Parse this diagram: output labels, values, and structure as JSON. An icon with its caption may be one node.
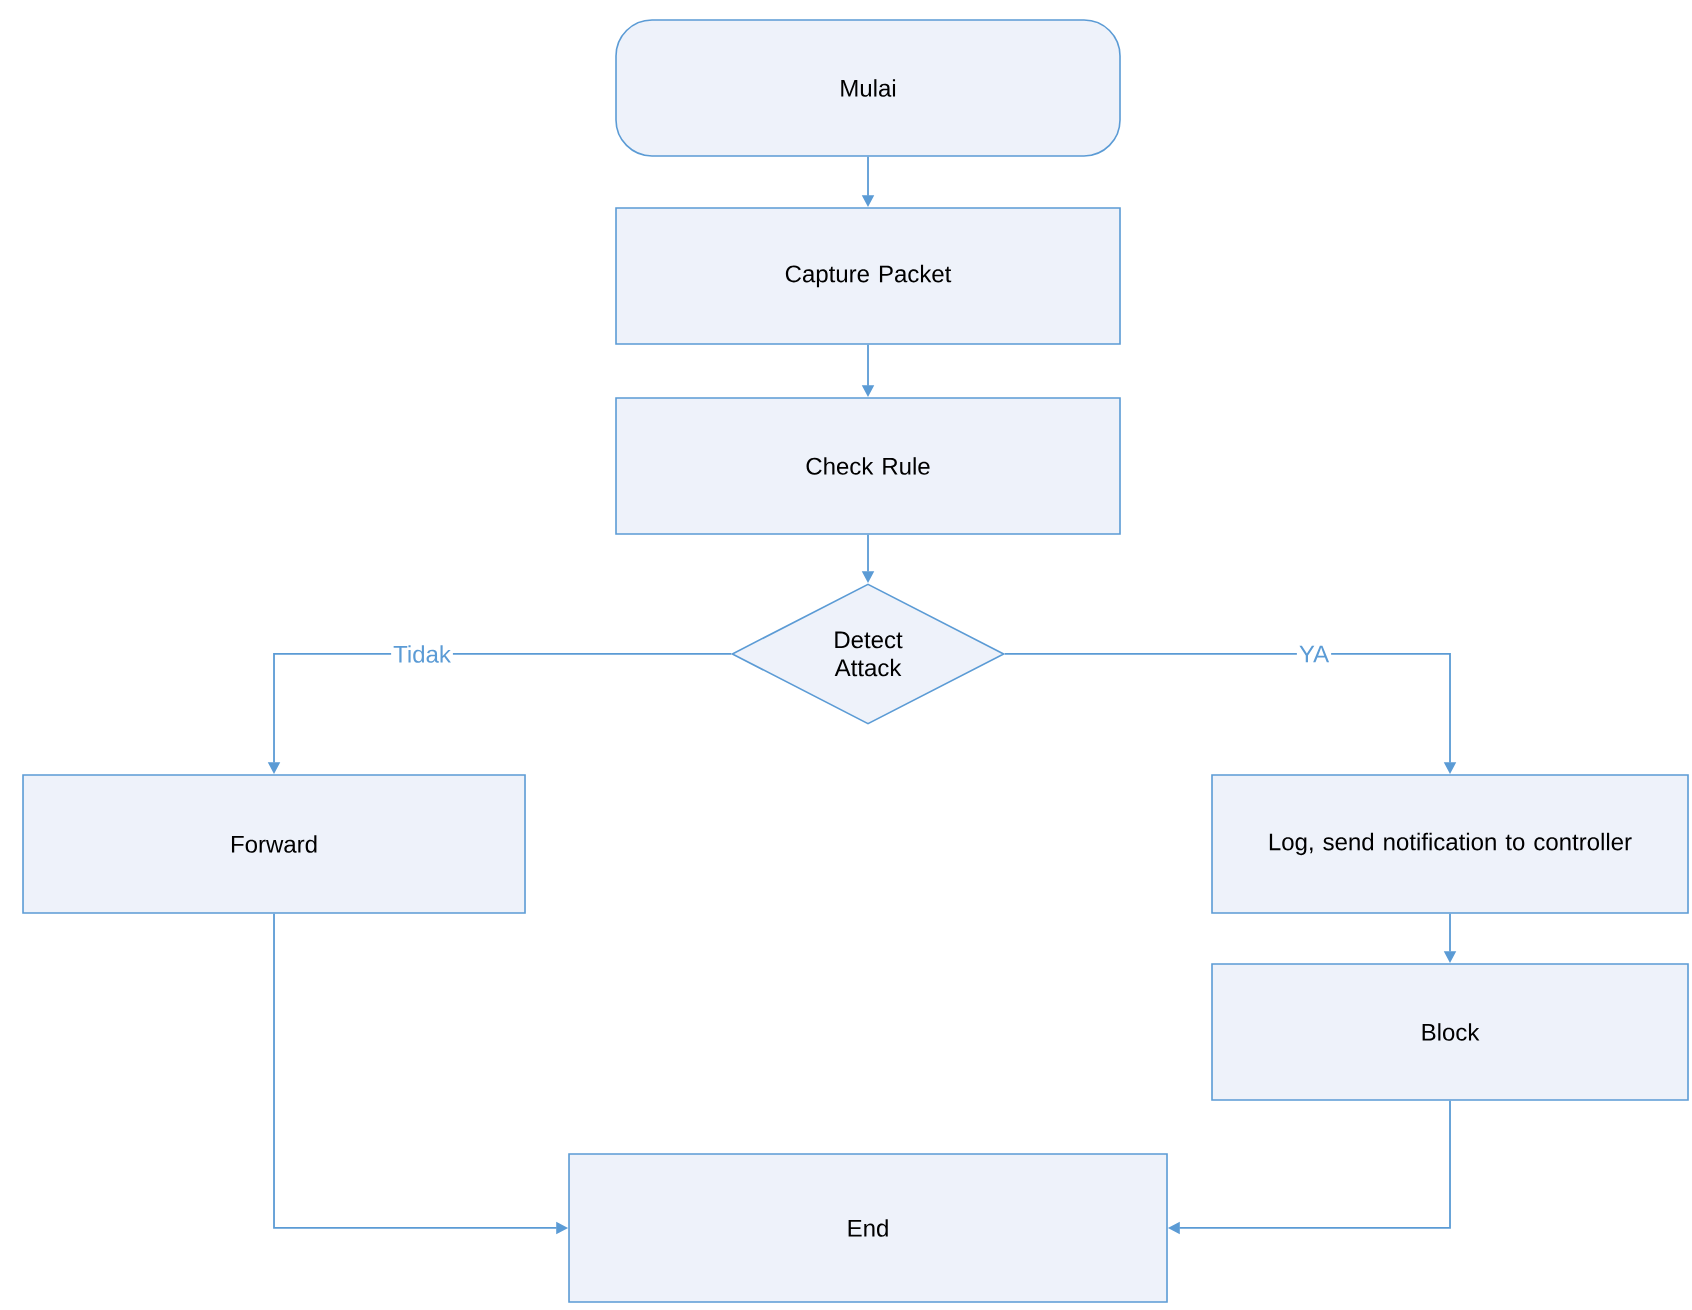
{
  "diagram": {
    "nodes": [
      {
        "text": [
          "Mulai"
        ]
      },
      {
        "text": [
          "Capture Packet"
        ]
      },
      {
        "text": [
          "Check Rule"
        ]
      },
      {
        "text": [
          "Detect Attack"
        ]
      },
      {
        "text": [
          "Forward"
        ]
      },
      {
        "text": [
          "Log, send notification to controller"
        ]
      },
      {
        "text": [
          "Block"
        ]
      },
      {
        "text": [
          "End"
        ]
      }
    ],
    "edges": [
      {
        "from": 0,
        "to": 1,
        "arrow": "to"
      },
      {
        "from": 1,
        "to": 2,
        "arrow": "to"
      },
      {
        "from": 2,
        "to": 3,
        "arrow": "to"
      },
      {
        "from": 3,
        "to": 4,
        "arrow": "to",
        "label": "Tidak"
      },
      {
        "from": 3,
        "to": 5,
        "arrow": "to",
        "label": "YA"
      },
      {
        "from": 5,
        "to": 6,
        "arrow": "to"
      },
      {
        "from": 4,
        "to": 7,
        "arrow": "to"
      },
      {
        "from": 6,
        "to": 7,
        "arrow": "to"
      }
    ]
  }
}
